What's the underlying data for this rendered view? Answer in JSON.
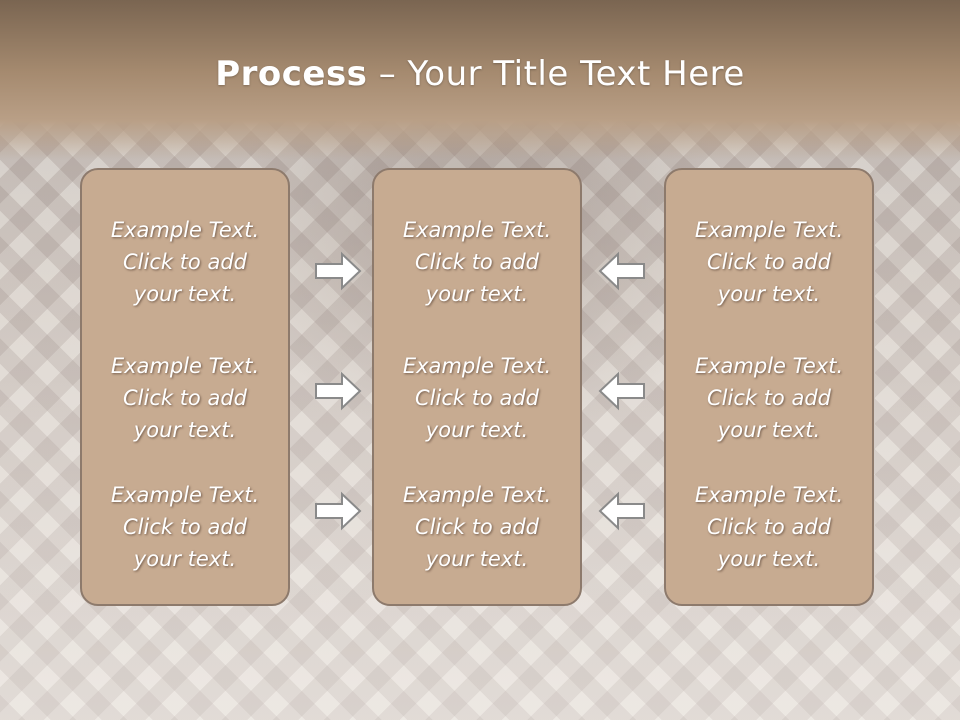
{
  "slide": {
    "title_bold": "Process",
    "title_rest": " – Your Title Text Here"
  },
  "columns": [
    {
      "items": [
        "Example Text.\nClick  to add\nyour text.",
        "Example Text.\nClick  to add\nyour text.",
        "Example Text.\nClick  to add\nyour text."
      ]
    },
    {
      "items": [
        "Example Text.\nClick  to add\nyour text.",
        "Example Text.\nClick  to add\nyour text.",
        "Example Text.\nClick  to add\nyour text."
      ]
    },
    {
      "items": [
        "Example Text.\nClick  to add\nyour text.",
        "Example Text.\nClick  to add\nyour text.",
        "Example Text.\nClick  to add\nyour text."
      ]
    }
  ],
  "arrows": {
    "left_group": "arrow-right-icon",
    "right_group": "arrow-left-icon"
  },
  "colors": {
    "box_fill": "#c7ab91",
    "box_border": "#8d7a6c",
    "title_band": "#a58a6f",
    "arrow_fill": "#ffffff",
    "arrow_stroke": "#8a8a8a"
  }
}
